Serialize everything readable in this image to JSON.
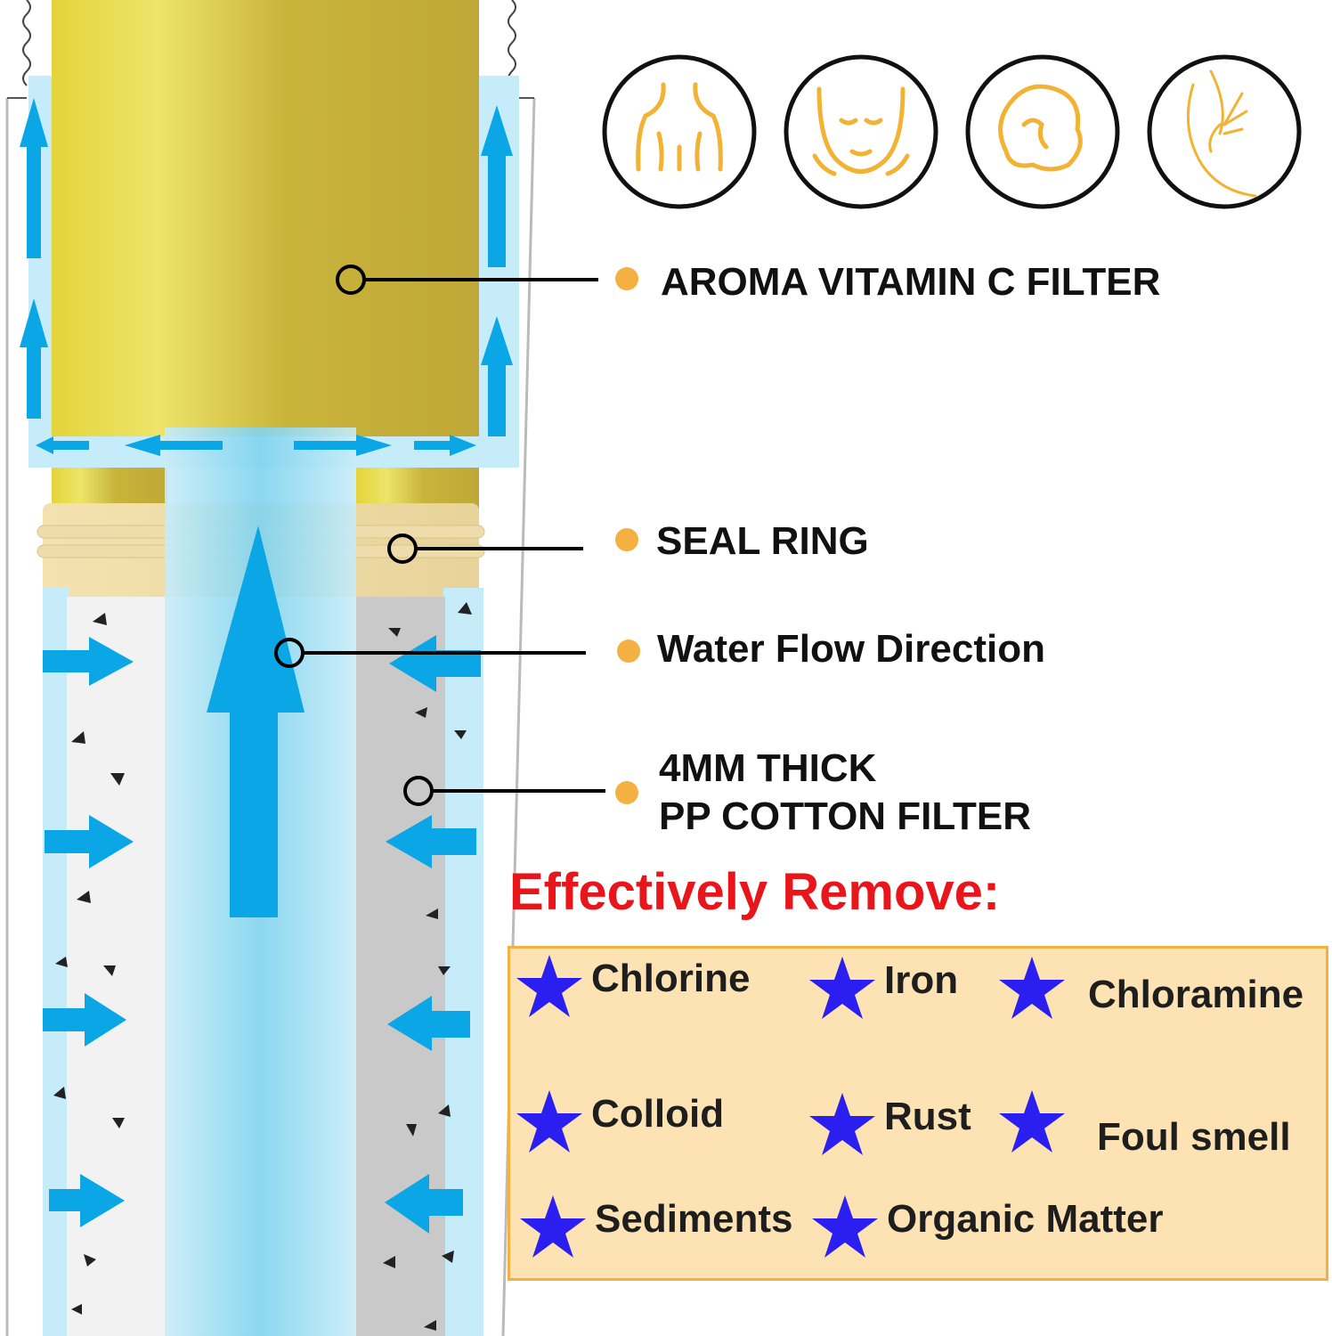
{
  "icons": [
    "shoulders-skin-icon",
    "face-skin-icon",
    "hair-icon",
    "hand-nail-icon"
  ],
  "labels": {
    "aroma_filter": "AROMA VITAMIN C FILTER",
    "seal_ring": "SEAL RING",
    "water_flow": "Water Flow Direction",
    "pp_line1": "4MM THICK",
    "pp_line2": "PP COTTON FILTER"
  },
  "headline": "Effectively Remove:",
  "remove_items": [
    "Chlorine",
    "Iron",
    "Chloramine",
    "Colloid",
    "Rust",
    "Foul smell",
    "Sediments",
    "Organic Matter"
  ],
  "colors": {
    "accent_dot": "#f5b042",
    "headline": "#e8161b",
    "star": "#2a1ef0",
    "arrow": "#0aa6e6",
    "box_fill": "#fde3b4",
    "box_border": "#f5b042"
  }
}
